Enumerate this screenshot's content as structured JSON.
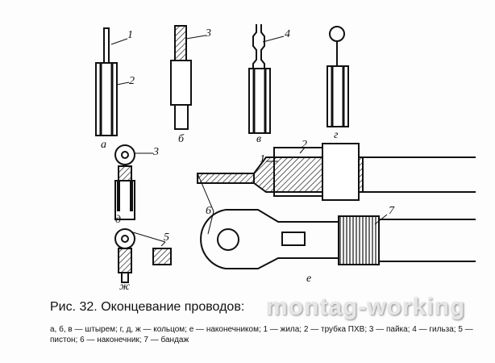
{
  "figure": {
    "view_labels": [
      "а",
      "б",
      "в",
      "г",
      "д",
      "ж",
      "е"
    ],
    "part_numbers": [
      "1",
      "2",
      "3",
      "4",
      "3",
      "5",
      "1",
      "2",
      "6",
      "7"
    ]
  },
  "caption": {
    "title": "Рис. 32. Оконцевание проводов:",
    "description": "а, б, в — штырем; г, д, ж — кольцом; е — наконечником; 1 — жила; 2 — трубка ПХВ; 3 — пайка; 4 — гильза; 5 — пистон; 6 — наконечник; 7 — бандаж"
  },
  "watermark": "montag-working"
}
